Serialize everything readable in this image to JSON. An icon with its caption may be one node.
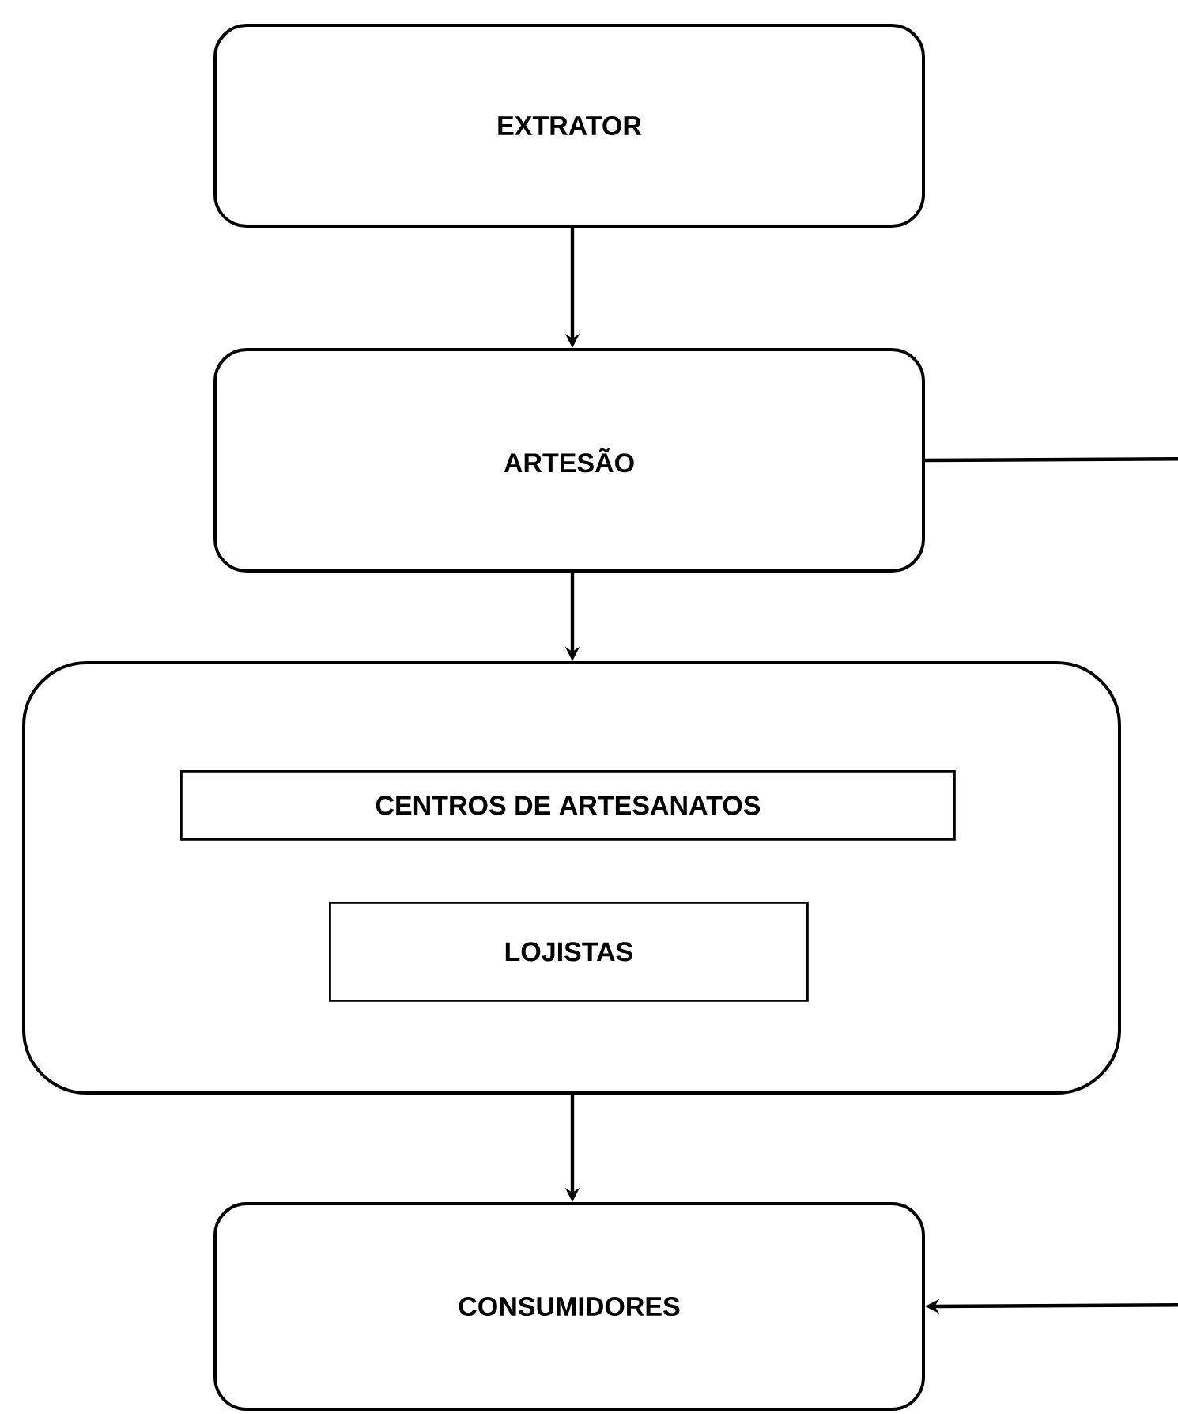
{
  "diagram": {
    "nodes": [
      {
        "text": [
          "EXTRATOR"
        ]
      },
      {
        "text": [
          "ARTESÃO"
        ]
      },
      {
        "text": [],
        "shape": "box"
      },
      {
        "text": [
          "CENTROS DE ARTESANATOS"
        ],
        "in": 2
      },
      {
        "text": [
          "LOJISTAS"
        ],
        "in": 2
      },
      {
        "text": [
          "CONSUMIDORES"
        ]
      }
    ],
    "edges": [
      {
        "from": 0,
        "to": 1,
        "arrow": "to"
      },
      {
        "from": 1,
        "to": 2,
        "arrow": "to"
      },
      {
        "from": 2,
        "to": 5,
        "arrow": "to"
      },
      {
        "from": 1,
        "to": 5,
        "arrow": "to"
      }
    ]
  }
}
